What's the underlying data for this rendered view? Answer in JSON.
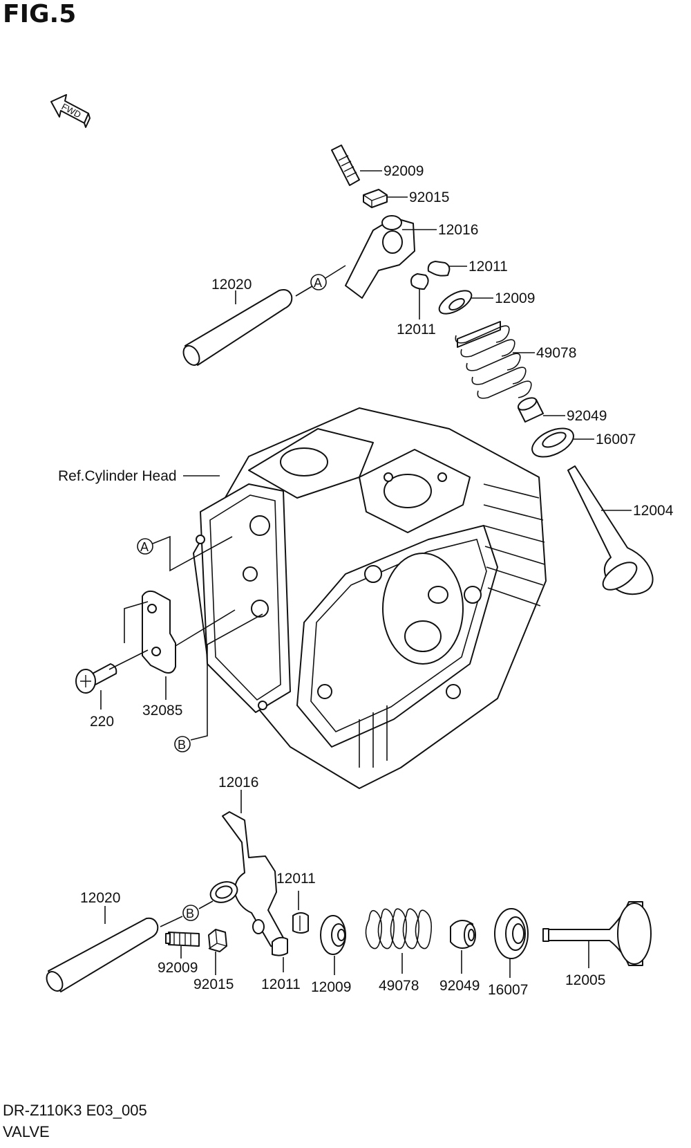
{
  "figure": {
    "title": "FIG.5",
    "code": "DR-Z110K3 E03_005",
    "name": "VALVE"
  },
  "direction_marker": "FWD",
  "reference": "Ref.Cylinder Head",
  "ref_markers": {
    "a": "A",
    "b": "B"
  },
  "upper_parts": {
    "adjuster_screw": "92009",
    "adjuster_nut": "92015",
    "rocker_arm": "12016",
    "cotter_right": "12011",
    "cotter_left": "12011",
    "spring_retainer": "12009",
    "valve_spring": "49078",
    "stem_seal": "92049",
    "spring_seat": "16007",
    "valve": "12004",
    "rocker_shaft": "12020"
  },
  "side_parts": {
    "plate": "32085",
    "screw": "220"
  },
  "lower_parts": {
    "rocker_arm": "12016",
    "rocker_shaft": "12020",
    "adjuster_screw": "92009",
    "adjuster_nut": "92015",
    "cotter_upper": "12011",
    "cotter_lower": "12011",
    "spring_retainer": "12009",
    "valve_spring": "49078",
    "stem_seal": "92049",
    "spring_seat": "16007",
    "valve": "12005"
  }
}
